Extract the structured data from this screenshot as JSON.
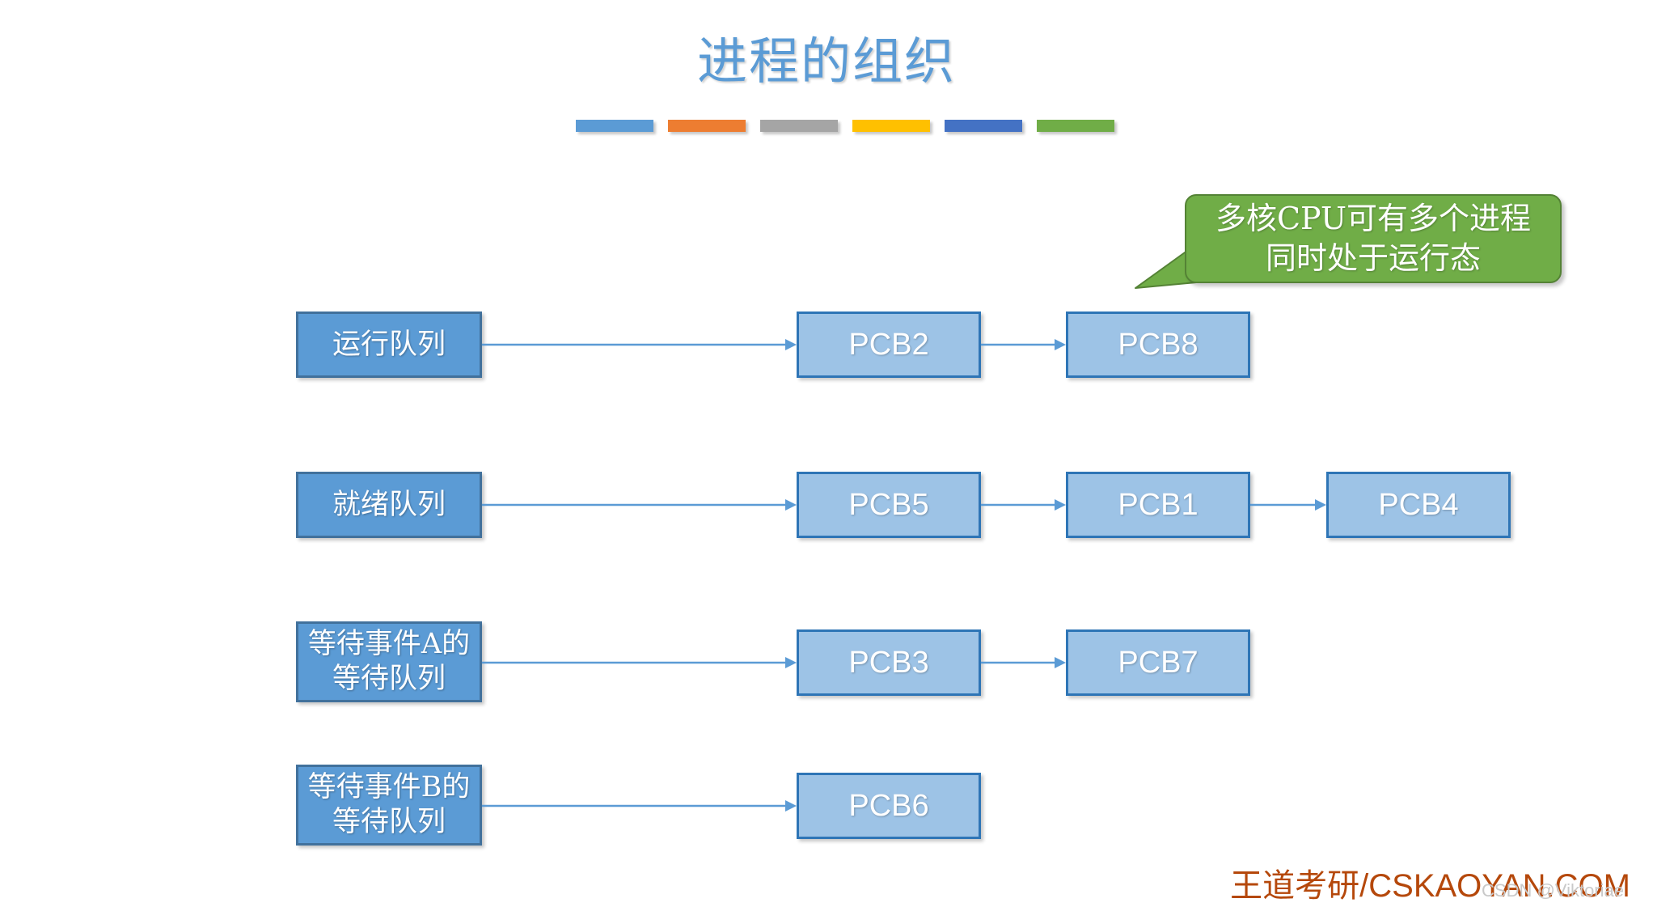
{
  "slide": {
    "title": "进程的组织",
    "title_color": "#5B9BD5",
    "background": "#ffffff"
  },
  "decoration_bars": [
    {
      "name": "bar-blue",
      "color": "#5B9BD5"
    },
    {
      "name": "bar-orange",
      "color": "#ED7D31"
    },
    {
      "name": "bar-gray",
      "color": "#A5A5A5"
    },
    {
      "name": "bar-yellow",
      "color": "#FFC000"
    },
    {
      "name": "bar-dark-blue",
      "color": "#4472C4"
    },
    {
      "name": "bar-green",
      "color": "#70AD47"
    }
  ],
  "callout": {
    "line1": "多核CPU可有多个进程",
    "line2": "同时处于运行态",
    "fill": "#70AD47",
    "border": "#548235",
    "text_color": "#ffffff"
  },
  "queues": [
    {
      "id": "run-queue",
      "label_line1": "运行队列",
      "label_line2": "",
      "pcbs": [
        "PCB2",
        "PCB8"
      ]
    },
    {
      "id": "ready-queue",
      "label_line1": "就绪队列",
      "label_line2": "",
      "pcbs": [
        "PCB5",
        "PCB1",
        "PCB4"
      ]
    },
    {
      "id": "wait-event-a-queue",
      "label_line1": "等待事件A的",
      "label_line2": "等待队列",
      "pcbs": [
        "PCB3",
        "PCB7"
      ]
    },
    {
      "id": "wait-event-b-queue",
      "label_line1": "等待事件B的",
      "label_line2": "等待队列",
      "pcbs": [
        "PCB6"
      ]
    }
  ],
  "colors": {
    "queue_fill": "#5B9BD5",
    "queue_border": "#41719C",
    "pcb_fill": "#9DC3E6",
    "pcb_border": "#2E75B6",
    "arrow": "#5B9BD5",
    "brand": "#B5480B"
  },
  "footer": {
    "brand_cn": "王道考研",
    "brand_sep": "/",
    "brand_en": "CSKAOYAN.COM",
    "watermark": "CSDN @Viktoriae"
  }
}
